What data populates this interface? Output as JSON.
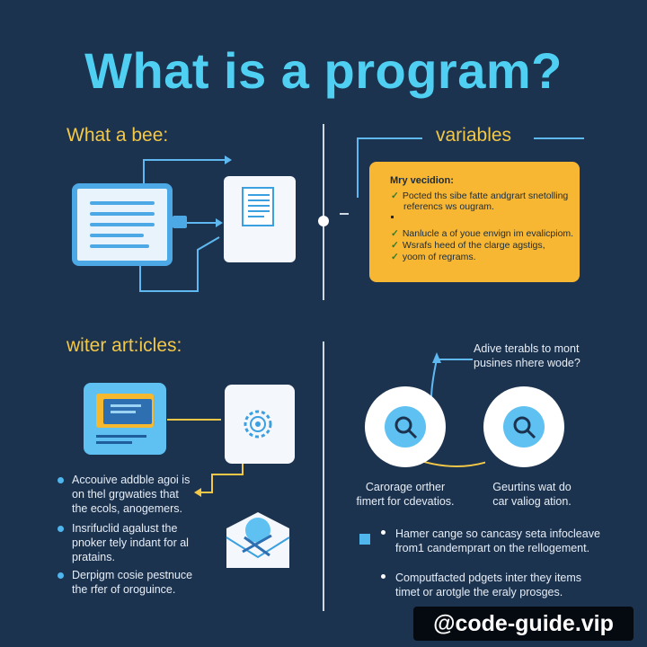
{
  "title": "What is a program?",
  "sections": {
    "top_left": "What a bee:",
    "top_right": "variables",
    "bottom_left": "witer art:icles:"
  },
  "note_card": {
    "title": "Mry vecidion:",
    "items": [
      "Pocted ths sibe fatte andgrart snetolling",
      "referencs ws ougram.",
      "Nanlucle a of youe envign im evalicpiom.",
      "Wsrafs heed of the clarge agstigs,",
      "yoom of regrams."
    ]
  },
  "question": {
    "line1": "Adive terabls to mont",
    "line2": "pusines nhere wode?"
  },
  "left_bullets": [
    {
      "l1": "Accouive addble agoi is",
      "l2": "on thel grgwaties that",
      "l3": "the ecols, anogemers."
    },
    {
      "l1": "Insrifuclid agalust the",
      "l2": "pnoker tely indant for al",
      "l3": "pratains."
    },
    {
      "l1": "Derpigm cosie pestnuce",
      "l2": "the rfer of oroguince."
    }
  ],
  "circle_captions": {
    "left": {
      "l1": "Carorage orther",
      "l2": "fimert for cdevatios."
    },
    "right": {
      "l1": "Geurtins wat do",
      "l2": "car valiog ation."
    }
  },
  "right_bullets": [
    {
      "l1": "Hamer cange so cancasy seta infocleave",
      "l2": "from1 candemprart on the rellogement."
    },
    {
      "l1": "Computfacted pdgets inter they items",
      "l2": "timet or arotgle the eraly prosges."
    }
  ],
  "watermark": "@code-guide.vip",
  "icons": [
    "tablet-icon",
    "document-icon",
    "folder-card-icon",
    "gear-document-icon",
    "tools-envelope-icon",
    "search-icon",
    "checkmark-icon"
  ],
  "colors": {
    "background": "#1c3350",
    "accent_cyan": "#4fd0f2",
    "accent_yellow": "#f3c846",
    "card_yellow": "#f7b733",
    "icon_blue": "#4da8e6"
  }
}
